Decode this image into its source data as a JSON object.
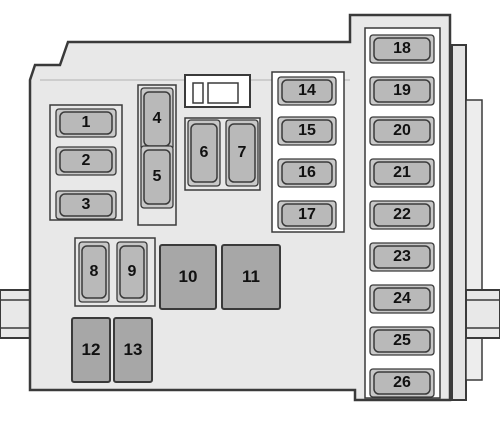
{
  "colors": {
    "panel": "#e8e8e8",
    "outline": "#3a3a3a",
    "fuse_body": "#b9b9b9",
    "relay_body": "#a7a7a7",
    "shade": "#c8c8c8"
  },
  "fuses": [
    {
      "label": "1"
    },
    {
      "label": "2"
    },
    {
      "label": "3"
    },
    {
      "label": "4"
    },
    {
      "label": "5"
    },
    {
      "label": "6"
    },
    {
      "label": "7"
    },
    {
      "label": "8"
    },
    {
      "label": "9"
    },
    {
      "label": "10"
    },
    {
      "label": "11"
    },
    {
      "label": "12"
    },
    {
      "label": "13"
    },
    {
      "label": "14"
    },
    {
      "label": "15"
    },
    {
      "label": "16"
    },
    {
      "label": "17"
    },
    {
      "label": "18"
    },
    {
      "label": "19"
    },
    {
      "label": "20"
    },
    {
      "label": "21"
    },
    {
      "label": "22"
    },
    {
      "label": "23"
    },
    {
      "label": "24"
    },
    {
      "label": "25"
    },
    {
      "label": "26"
    }
  ]
}
